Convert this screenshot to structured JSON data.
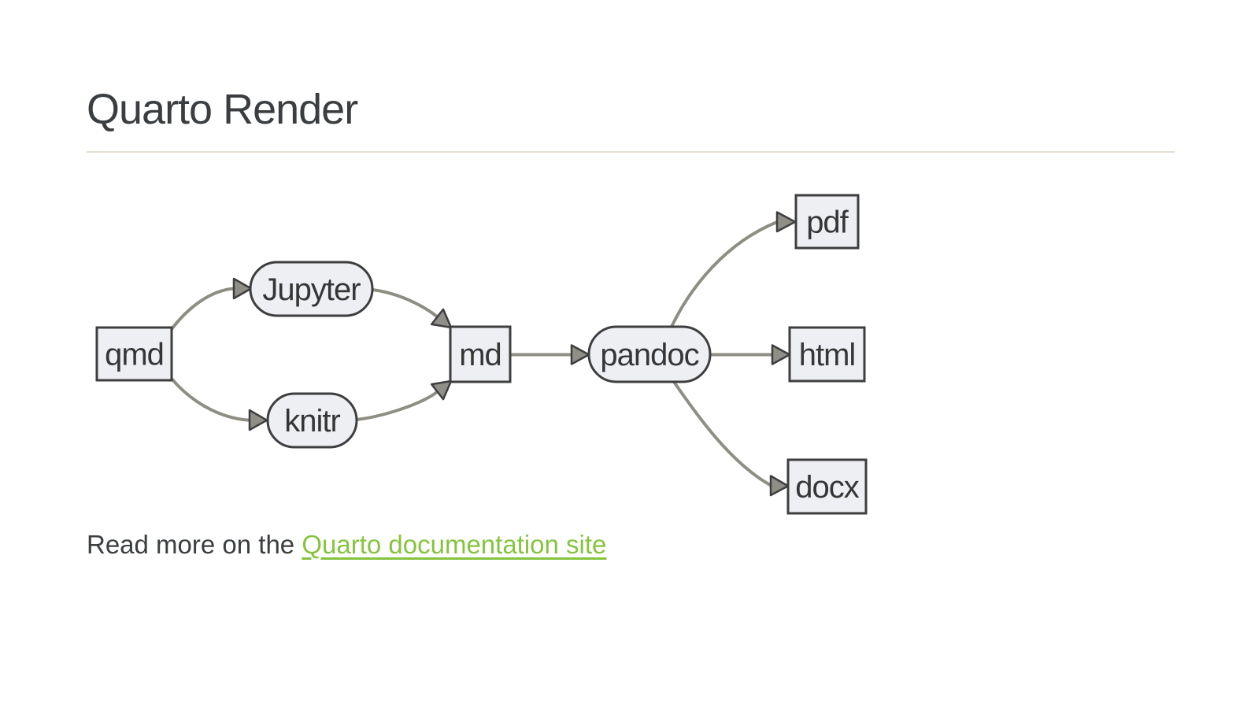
{
  "header": {
    "title": "Quarto Render"
  },
  "diagram": {
    "nodes": [
      {
        "id": "qmd",
        "label": "qmd",
        "shape": "rect"
      },
      {
        "id": "jupyter",
        "label": "Jupyter",
        "shape": "stadium"
      },
      {
        "id": "knitr",
        "label": "knitr",
        "shape": "stadium"
      },
      {
        "id": "md",
        "label": "md",
        "shape": "rect"
      },
      {
        "id": "pandoc",
        "label": "pandoc",
        "shape": "stadium"
      },
      {
        "id": "pdf",
        "label": "pdf",
        "shape": "rect"
      },
      {
        "id": "html",
        "label": "html",
        "shape": "rect"
      },
      {
        "id": "docx",
        "label": "docx",
        "shape": "rect"
      }
    ],
    "edges": [
      {
        "from": "qmd",
        "to": "jupyter"
      },
      {
        "from": "qmd",
        "to": "knitr"
      },
      {
        "from": "jupyter",
        "to": "md"
      },
      {
        "from": "knitr",
        "to": "md"
      },
      {
        "from": "md",
        "to": "pandoc"
      },
      {
        "from": "pandoc",
        "to": "pdf"
      },
      {
        "from": "pandoc",
        "to": "html"
      },
      {
        "from": "pandoc",
        "to": "docx"
      }
    ],
    "colors": {
      "node_fill": "#edeff3",
      "node_border": "#3e3e3e",
      "edge": "#8f8e85",
      "label": "#363636"
    }
  },
  "footer": {
    "read_more_prefix": "Read more on the ",
    "link_text": "Quarto documentation site",
    "link_color": "#86c43e",
    "divider_color": "#e3ded3"
  }
}
